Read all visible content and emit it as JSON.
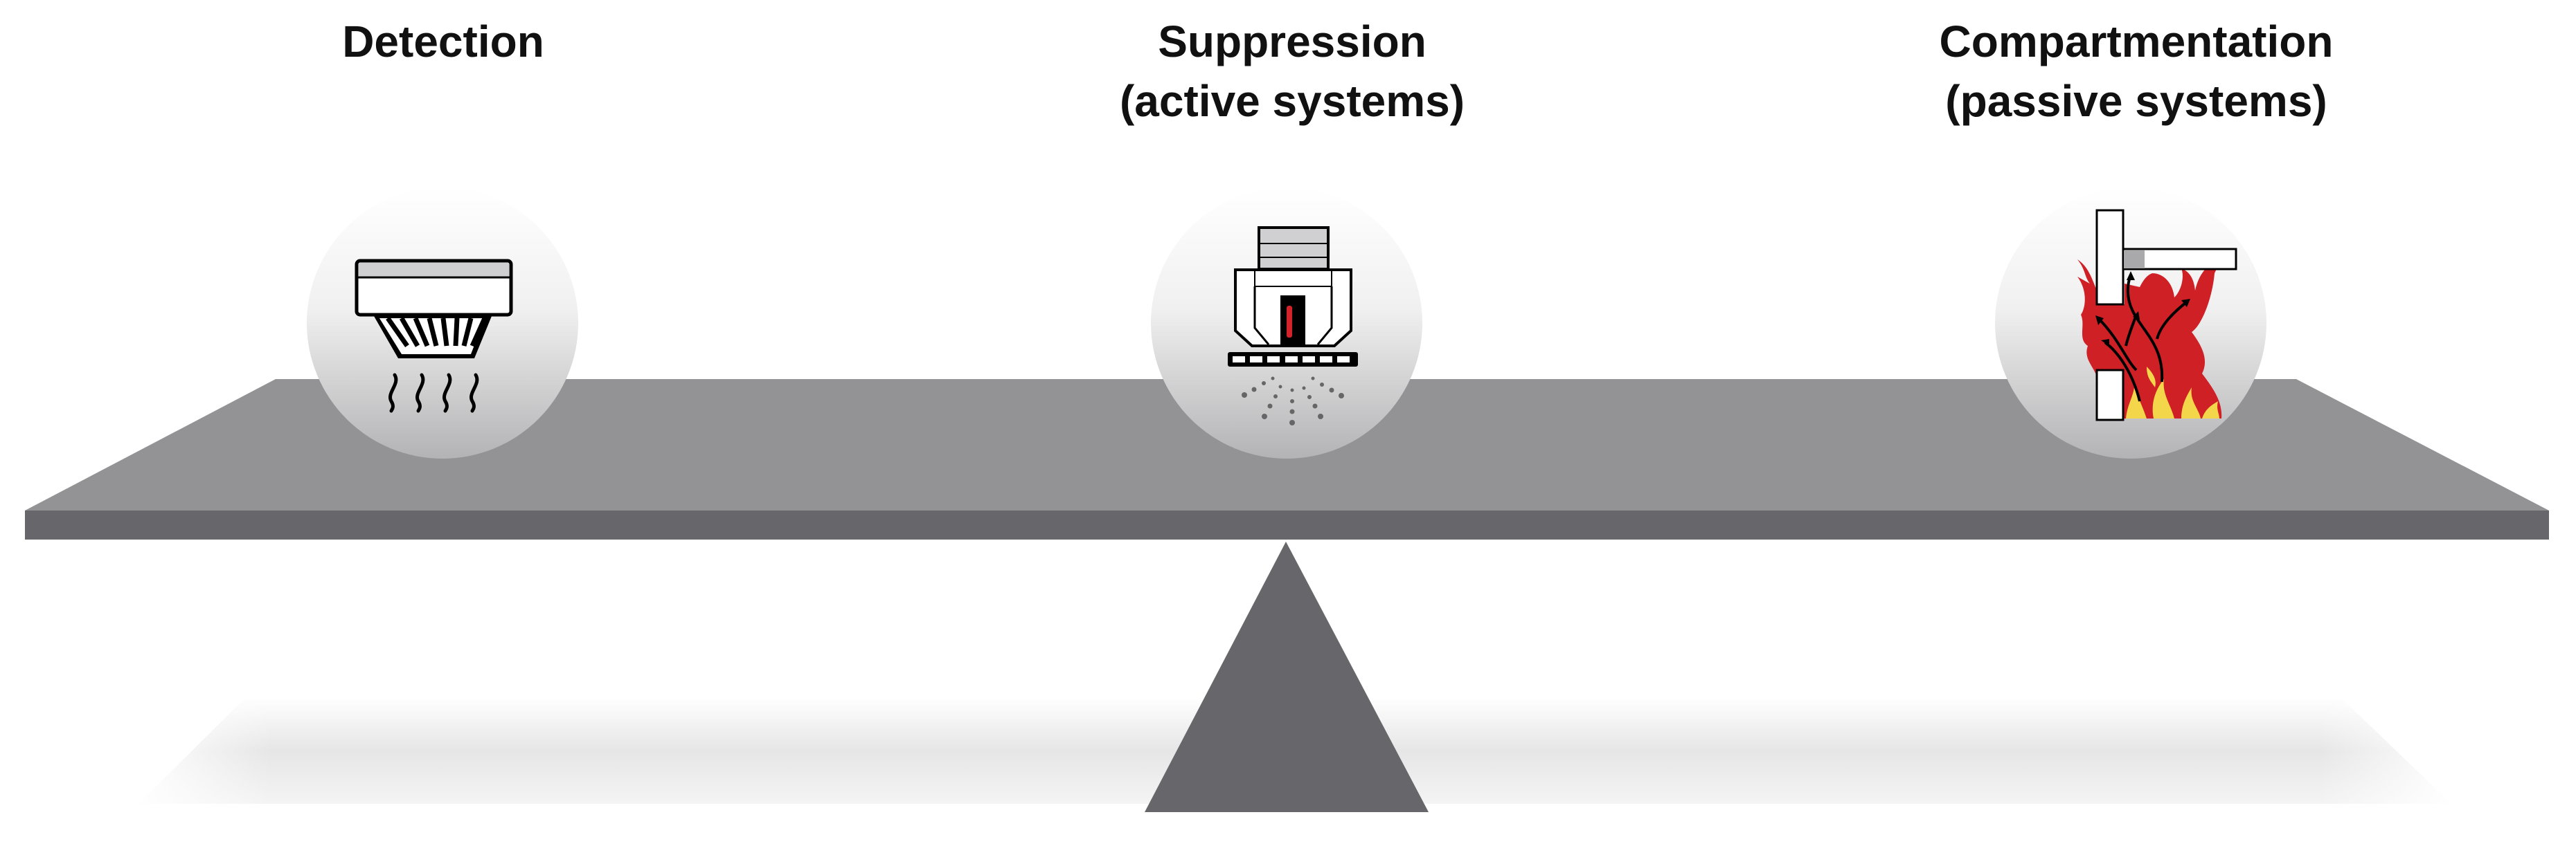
{
  "columns": [
    {
      "title_lines": [
        "Detection"
      ],
      "icon": "smoke-detector-icon"
    },
    {
      "title_lines": [
        "Suppression",
        "(active systems)"
      ],
      "icon": "sprinkler-icon"
    },
    {
      "title_lines": [
        "Compartmentation",
        "(passive systems)"
      ],
      "icon": "fire-compartment-icon"
    }
  ],
  "colors": {
    "plank_top": "#939396",
    "plank_edge": "#67666a",
    "fulcrum": "#67666a",
    "flame_red": "#cf2026",
    "flame_yellow": "#f3d64a"
  }
}
